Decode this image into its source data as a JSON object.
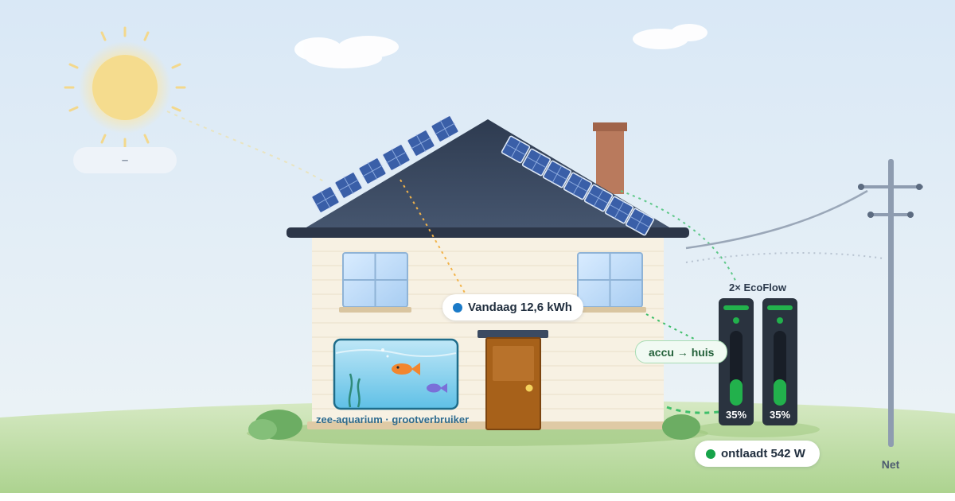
{
  "sun": {
    "readout": "–"
  },
  "solar": {
    "today_label": "Vandaag 12,6 kWh",
    "dot_color": "#1a7ac8"
  },
  "battery": {
    "title": "2× EcoFlow",
    "flow_label": "accu → huis",
    "status_label": "ontlaadt 542 W",
    "status_dot_color": "#17a34a",
    "units": [
      {
        "charge_label": "35%",
        "level": 0.35
      },
      {
        "charge_label": "35%",
        "level": 0.35
      }
    ],
    "accent_color": "#22b14c"
  },
  "aquarium": {
    "label": "zee-aquarium · grootverbruiker"
  },
  "grid": {
    "label": "Net"
  },
  "colors": {
    "sky_top": "#d9e8f6",
    "grass": "#a9d18b",
    "roof": "#3b4a61",
    "wall": "#f7f1e3",
    "door": "#a7611a",
    "panel": "#3a5fa8",
    "solar_flow": "#f2b34a",
    "battery_flow": "#3fbf6a"
  }
}
